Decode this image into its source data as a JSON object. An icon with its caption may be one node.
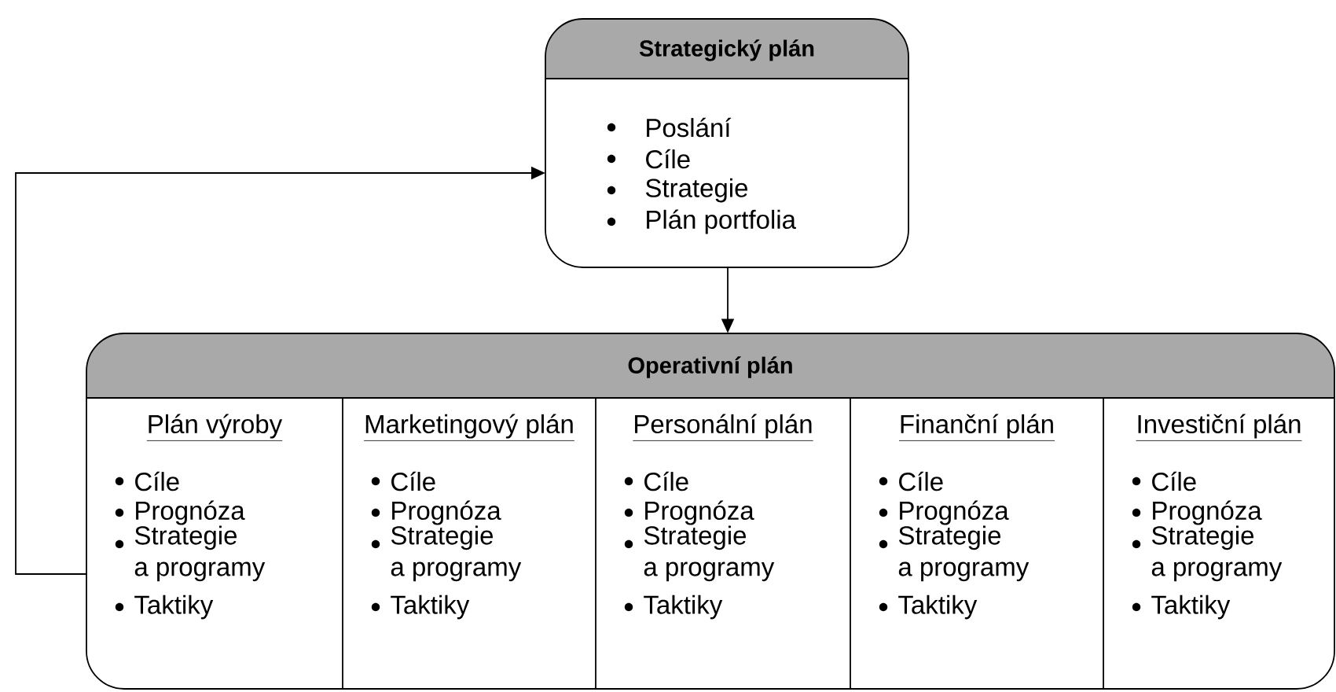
{
  "diagram": {
    "nodes": [
      {
        "text": [
          "Strategický plán",
          "Poslání",
          "Cíle",
          "Strategie",
          "Plán portfolia"
        ]
      },
      {
        "text": [
          "Operativní plán"
        ]
      },
      {
        "text": [
          "Plán výroby",
          "Cíle",
          "Prognóza",
          "Strategie a programy",
          "Taktiky"
        ],
        "in": 1
      },
      {
        "text": [
          "Marketingový plán",
          "Cíle",
          "Prognóza",
          "Strategie a programy",
          "Taktiky"
        ],
        "in": 1
      },
      {
        "text": [
          "Personální plán",
          "Cíle",
          "Prognóza",
          "Strategie a programy",
          "Taktiky"
        ],
        "in": 1
      },
      {
        "text": [
          "Finanční plán",
          "Cíle",
          "Prognóza",
          "Strategie a programy",
          "Taktiky"
        ],
        "in": 1
      },
      {
        "text": [
          "Investiční plán",
          "Cíle",
          "Prognóza",
          "Strategie a programy",
          "Taktiky"
        ],
        "in": 1
      }
    ],
    "edges": [
      {
        "from": 0,
        "to": 1,
        "arrow": "to"
      },
      {
        "from": 1,
        "to": 0,
        "arrow": "to"
      }
    ]
  }
}
